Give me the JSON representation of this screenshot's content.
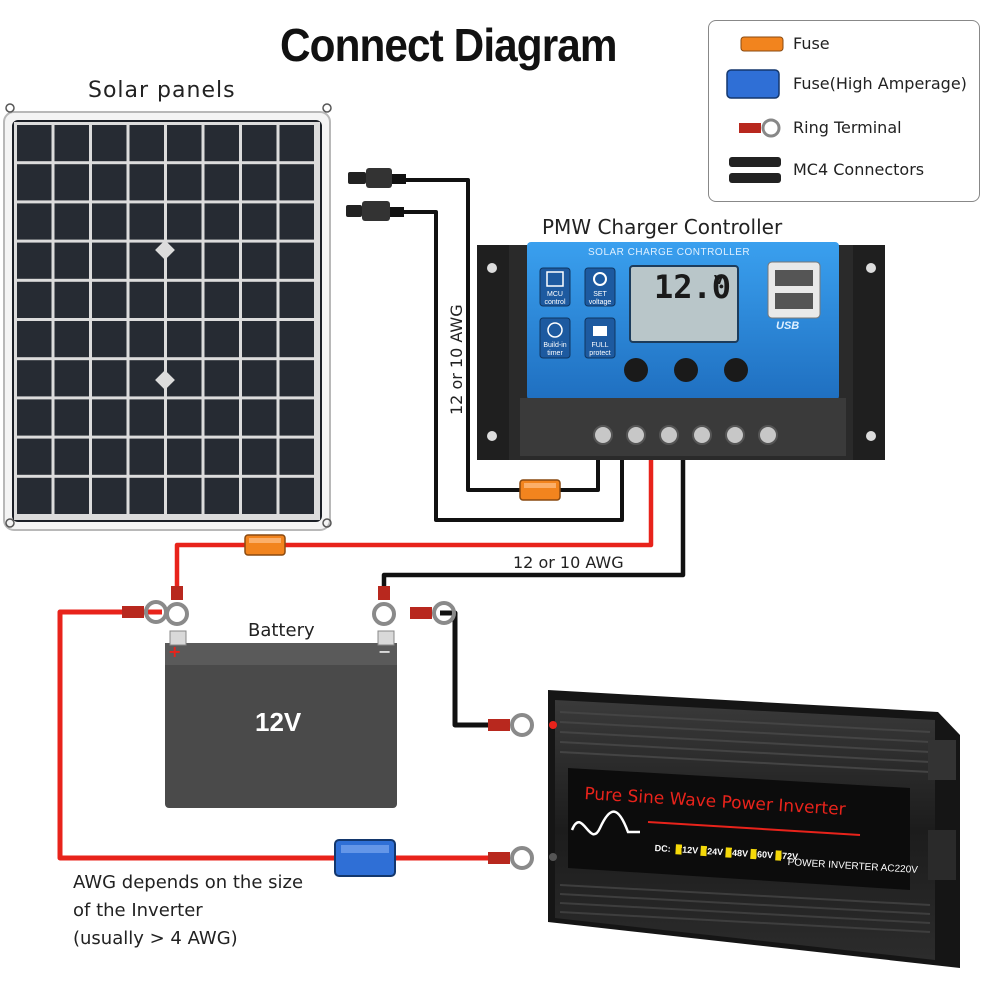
{
  "title": "Connect Diagram",
  "labels": {
    "solar_panels": "Solar panels",
    "controller": "PMW Charger Controller",
    "battery": "Battery",
    "battery_voltage": "12V",
    "battery_plus": "+",
    "battery_minus": "−",
    "awg_vertical": "12 or 10 AWG",
    "awg_horizontal": "12 or 10 AWG",
    "awg_note_1": "AWG depends on the size",
    "awg_note_2": "of the Inverter",
    "awg_note_3": "(usually  > 4 AWG)"
  },
  "legend": {
    "items": [
      {
        "label": "Fuse",
        "icon": "fuse-icon",
        "color": "#f2841e"
      },
      {
        "label": "Fuse(High Amperage)",
        "icon": "high-amp-fuse-icon",
        "color": "#2f6fd6"
      },
      {
        "label": "Ring Terminal",
        "icon": "ring-terminal-icon",
        "color": "#b8281e"
      },
      {
        "label": "MC4 Connectors",
        "icon": "mc4-connector-icon",
        "color": "#222222"
      }
    ]
  },
  "controller": {
    "header": "SOLAR CHARGE CONTROLLER",
    "display_value": "12.0",
    "display_unit": "V",
    "usb_label": "USB",
    "features": [
      "MCU control",
      "SET voltage",
      "Build-in timer",
      "FULL protect"
    ]
  },
  "inverter": {
    "title": "Pure Sine Wave Power Inverter",
    "dc_prefix": "DC:",
    "dc_options": [
      "12V",
      "24V",
      "48V",
      "60V",
      "72V"
    ],
    "ac_label": "POWER INVERTER AC220V"
  },
  "colors": {
    "positive_wire": "#e8231b",
    "negative_wire": "#111111",
    "controller_blue": "#2e8ee0",
    "panel_cell": "#262b33",
    "battery_body": "#4a4a4a",
    "fuse": "#f2841e",
    "high_amp_fuse": "#2f6fd6"
  }
}
